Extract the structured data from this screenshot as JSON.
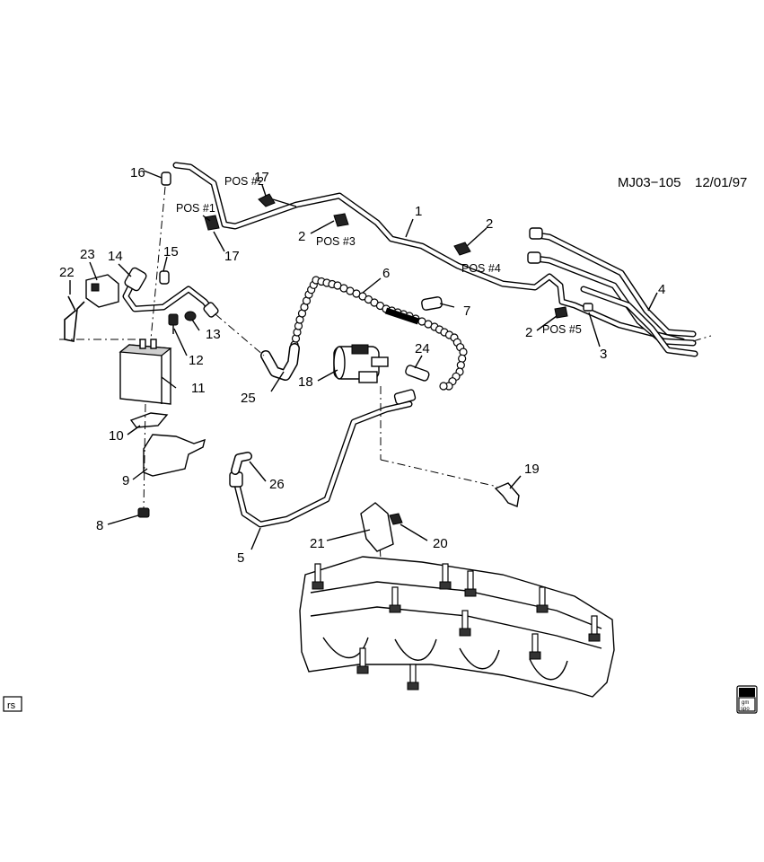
{
  "diagram_code": "MJ03−105",
  "date": "12/01/97",
  "corner_label": "rs",
  "badge": {
    "line1": "gm",
    "line2": "spo"
  },
  "callouts": {
    "c1": "1",
    "c2a": "2",
    "c2b": "2",
    "c2c": "2",
    "c3": "3",
    "c4": "4",
    "c5": "5",
    "c6": "6",
    "c7": "7",
    "c8": "8",
    "c9": "9",
    "c10": "10",
    "c11": "11",
    "c12": "12",
    "c13": "13",
    "c14": "14",
    "c15": "15",
    "c16": "16",
    "c17a": "17",
    "c17b": "17",
    "c18": "18",
    "c19": "19",
    "c20": "20",
    "c21": "21",
    "c22": "22",
    "c23": "23",
    "c24": "24",
    "c25": "25",
    "c26": "26"
  },
  "positions": {
    "pos1": "POS #1",
    "pos2": "POS #2",
    "pos3": "POS #3",
    "pos4": "POS #4",
    "pos5": "POS #5"
  }
}
